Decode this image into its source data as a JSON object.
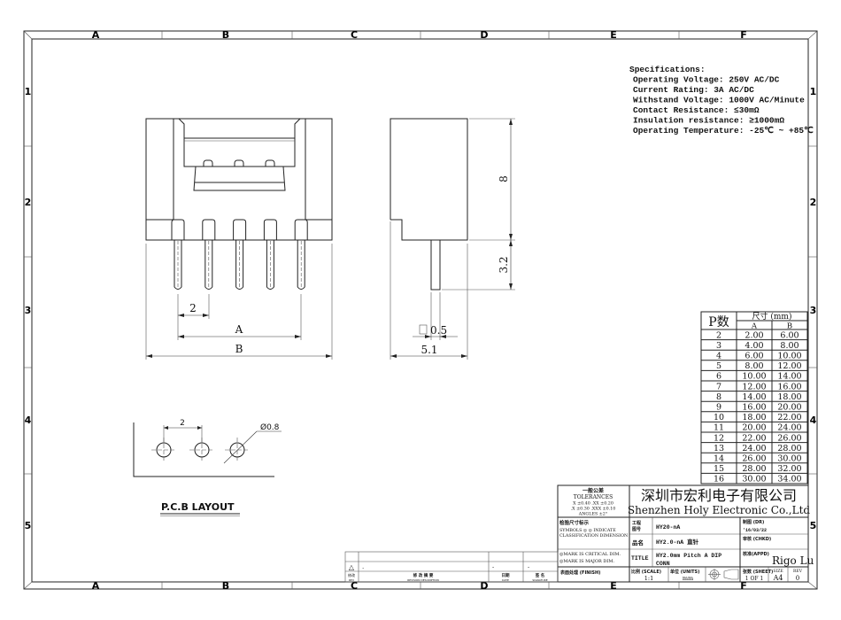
{
  "frame": {
    "columns": [
      "A",
      "B",
      "C",
      "D",
      "E",
      "F"
    ],
    "rows": [
      "1",
      "2",
      "3",
      "4",
      "5"
    ]
  },
  "specs": {
    "title": "Specifications:",
    "lines": [
      "Operating Voltage: 250V AC/DC",
      "Current Rating: 3A AC/DC",
      "Withstand Voltage: 1000V AC/Minute",
      "Contact Resistance: ≤30mΩ",
      "Insulation resistance: ≥1000mΩ",
      "Operating Temperature: -25℃ ~ +85℃"
    ]
  },
  "front_view": {
    "pitch": "2",
    "dim_a": "A",
    "dim_b": "B",
    "pin_count": 5
  },
  "side_view": {
    "height": "8",
    "pin_length": "3.2",
    "pin_size": "0.5",
    "depth": "5.1"
  },
  "pcb": {
    "pitch": "2",
    "hole": "Ø0.8",
    "title": "P.C.B LAYOUT"
  },
  "dim_table": {
    "col_p": "P数",
    "col_size": "尺寸 (mm)",
    "col_a": "A",
    "col_b": "B",
    "rows": [
      [
        "2",
        "2.00",
        "6.00"
      ],
      [
        "3",
        "4.00",
        "8.00"
      ],
      [
        "4",
        "6.00",
        "10.00"
      ],
      [
        "5",
        "8.00",
        "12.00"
      ],
      [
        "6",
        "10.00",
        "14.00"
      ],
      [
        "7",
        "12.00",
        "16.00"
      ],
      [
        "8",
        "14.00",
        "18.00"
      ],
      [
        "9",
        "16.00",
        "20.00"
      ],
      [
        "10",
        "18.00",
        "22.00"
      ],
      [
        "11",
        "20.00",
        "24.00"
      ],
      [
        "12",
        "22.00",
        "26.00"
      ],
      [
        "13",
        "24.00",
        "28.00"
      ],
      [
        "14",
        "26.00",
        "30.00"
      ],
      [
        "15",
        "28.00",
        "32.00"
      ],
      [
        "16",
        "30.00",
        "34.00"
      ]
    ]
  },
  "title_block": {
    "tol_cn": "一般公差",
    "tol_en": "TOLERANCES",
    "tol_1": "X  ±0.40   .XX ±0.20",
    "tol_2": ".X ±0.30  .XXX ±0.10",
    "tol_3": "ANGLES    ±2°",
    "company_cn": "深圳市宏利电子有限公司",
    "company_en": "Shenzhen Holy Electronic Co.,Ltd",
    "sym_cn": "检验尺寸标示",
    "sym_1": "SYMBOLS ◎ ◎ INDICATE",
    "sym_2": "CLASSIFICATION DIMENSION",
    "mark_1": "◎MARK IS CRITICAL DIM.",
    "mark_2": "◎MARK IS MAJOR DIM.",
    "finish": "表面处理 (FINISH)",
    "part_no_label_1": "工程",
    "part_no_label_2": "图号",
    "part_no": "HY20-nA",
    "name_label": "品名",
    "name": "HY2.0-nA 直针",
    "title_label": "TITLE",
    "title_1": "HY2.0mm  Pitch  A DIP",
    "title_2": "CONN",
    "dr_label": "制图 (DR)",
    "dr_date": "'16/03/22",
    "chkd_label": "审核 (CHKD)",
    "appd_label": "核准(APPD)",
    "appd_name": "Rigo Lu",
    "scale_label": "比例 (SCALE)",
    "scale": "1:1",
    "units_label": "单位 (UNITS)",
    "units": "mm",
    "sheet_label": "张数 (SHEET)",
    "sheet": "1  OF  1",
    "size_label": "SIZE",
    "size": "A4",
    "rev_label": "REV",
    "rev": "0"
  },
  "revision_block": {
    "rev_symbol": "△",
    "dot": ".",
    "dash_1": "-",
    "dash_2": "-",
    "col_rev_cn": "修改",
    "col_rev_en": "REV",
    "col_desc_cn": "修 改 摘 要",
    "col_desc_en": "REVISION DESCRIPTION",
    "col_date_cn": "日期",
    "col_date_en": "DATE",
    "col_sign_cn": "签 名",
    "col_sign_en": "SIGNATURE"
  }
}
